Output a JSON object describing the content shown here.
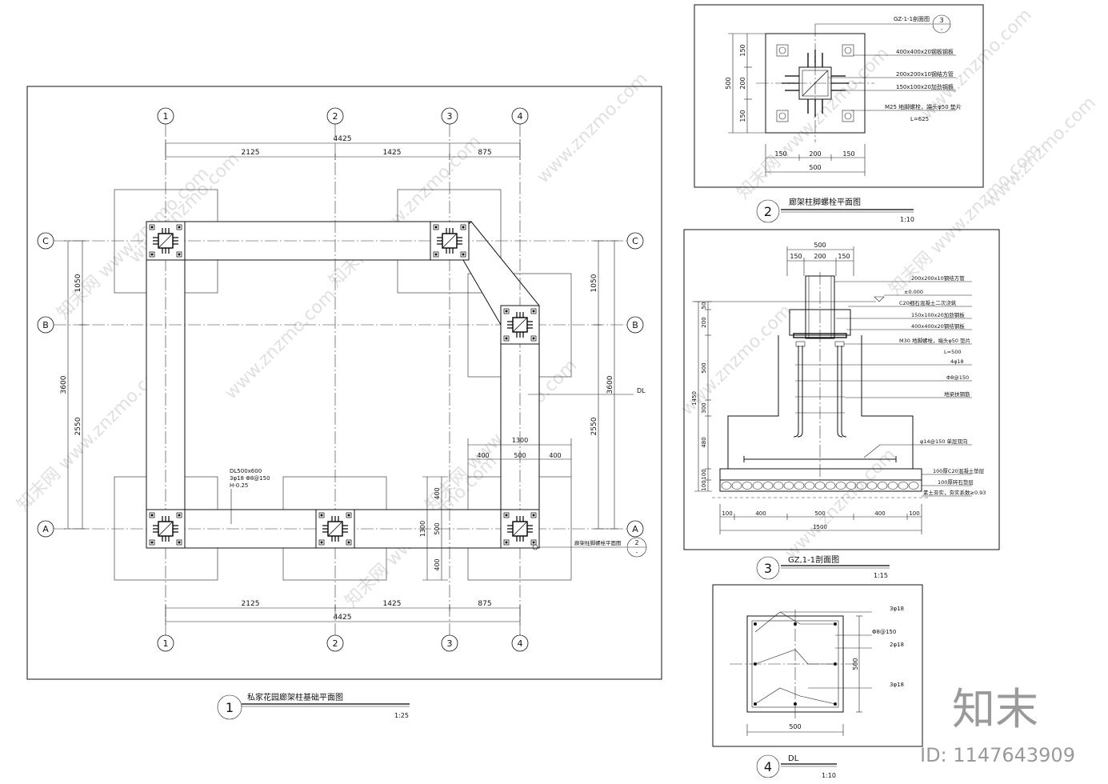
{
  "watermark": {
    "site": "www.znzmo.com",
    "cn": "知末网",
    "brand": "知末",
    "id_text": "ID: 1147643909"
  },
  "plan1": {
    "title": "私家花园廊架柱基础平面图",
    "num": "1",
    "scale": "1:25",
    "axes_x": [
      "1",
      "2",
      "3",
      "4"
    ],
    "axes_y": [
      "C",
      "B",
      "A"
    ],
    "dim_top_total": "4425",
    "dim_top": [
      "2125",
      "1425",
      "875"
    ],
    "dim_bot_total": "4425",
    "dim_bot": [
      "2125",
      "1425",
      "875"
    ],
    "dim_left_total": "3600",
    "dim_left": [
      "1050",
      "2550"
    ],
    "dim_right_total": "3600",
    "dim_right": [
      "1050",
      "2550"
    ],
    "beam_label": "DL",
    "beam_spec": [
      "DL500x600",
      "3φ18  Φ8@150",
      "H-0.25"
    ],
    "found_dims_h": [
      "1300",
      "400",
      "500",
      "400"
    ],
    "found_dims_v": [
      "1300",
      "400",
      "500",
      "400"
    ],
    "callout_text": "廊架柱脚螺栓平面图",
    "callout_num": "2",
    "callout_sheet": "-"
  },
  "detail2": {
    "title": "廊架柱脚螺栓平面图",
    "num": "2",
    "scale": "1:10",
    "section_ref": "GZ-1-1剖面图",
    "section_num": "3",
    "section_sheet": "-",
    "labels": [
      "400x400x20钢板钢板",
      "200x200x10钢结方管",
      "150x100x20加劲钢板",
      "M25 地脚螺栓，端头φ50 垫片",
      "L=625"
    ],
    "dims_v": [
      "150",
      "200",
      "150"
    ],
    "dim_v_total": "500",
    "dims_h": [
      "150",
      "200",
      "150"
    ],
    "dim_h_total": "500"
  },
  "detail3": {
    "title": "GZ,1-1剖面图",
    "num": "3",
    "scale": "1:15",
    "top_dims": [
      "150",
      "200",
      "150"
    ],
    "top_total": "500",
    "labels": [
      "200x200x10钢结方管",
      "±0.000",
      "C20细石混凝土二次浇筑",
      "150x100x20加劲钢板",
      "400x400x20钢结钢板",
      "M30 地脚螺栓，端头φ50 垫片",
      "L=500",
      "4φ18",
      "Φ8@150",
      "地梁扶钢筋",
      "φ14@150 单层双向",
      "100厚C20混凝土垫层",
      "100厚碎石垫层",
      "素土夯实，夯实系数≥0.93"
    ],
    "dims_v": [
      "50",
      "200",
      "500",
      "300",
      "480",
      "100",
      "100"
    ],
    "dim_v_total": "1450",
    "dims_h": [
      "100",
      "400",
      "500",
      "400",
      "100"
    ],
    "dim_h_total": "1500"
  },
  "detail4": {
    "title": "DL",
    "num": "4",
    "scale": "1:10",
    "labels": [
      "3φ18",
      "Φ8@150",
      "2φ18",
      "3φ18"
    ],
    "dim_v": "500",
    "dim_h": "500"
  }
}
